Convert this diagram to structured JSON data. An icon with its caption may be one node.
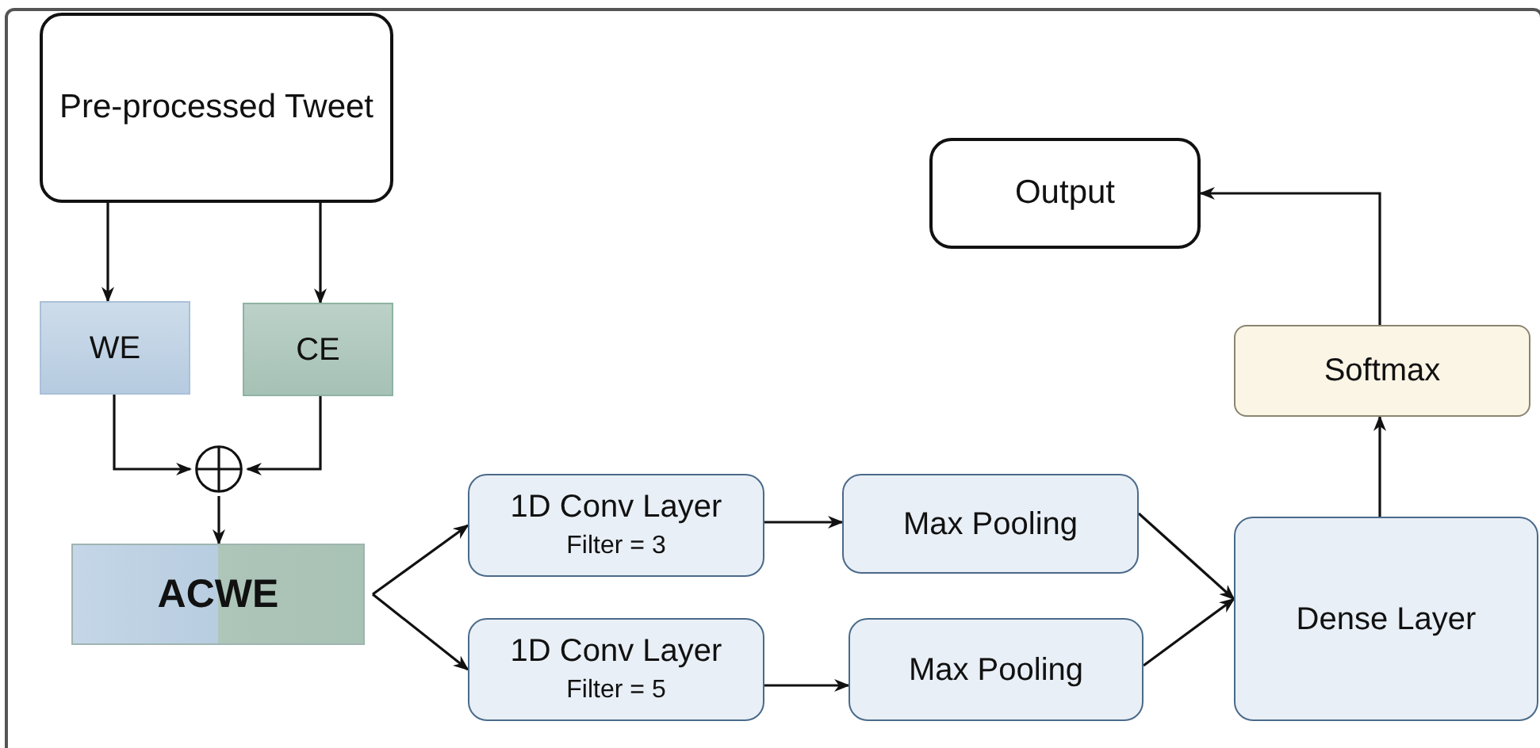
{
  "diagram": {
    "nodes": [
      {
        "text": [
          "Pre-processed Tweet"
        ]
      },
      {
        "text": [
          "WE"
        ]
      },
      {
        "text": [
          "CE"
        ]
      },
      {
        "text": [],
        "shape": "circle"
      },
      {
        "text": [
          "ACWE"
        ]
      },
      {
        "text": [
          "1D Conv Layer",
          "Filter = 3"
        ]
      },
      {
        "text": [
          "Max Pooling"
        ]
      },
      {
        "text": [
          "1D Conv Layer",
          "Filter = 5"
        ]
      },
      {
        "text": [
          "Max Pooling"
        ]
      },
      {
        "text": [
          "Dense Layer"
        ]
      },
      {
        "text": [
          "Softmax"
        ]
      },
      {
        "text": [
          "Output"
        ]
      }
    ],
    "edges": [
      {
        "from": 0,
        "to": 1,
        "arrow": "to"
      },
      {
        "from": 0,
        "to": 2,
        "arrow": "to"
      },
      {
        "from": 1,
        "to": 3,
        "arrow": "to"
      },
      {
        "from": 2,
        "to": 3,
        "arrow": "to"
      },
      {
        "from": 3,
        "to": 4,
        "arrow": "to"
      },
      {
        "from": 4,
        "to": 5,
        "arrow": "to"
      },
      {
        "from": 4,
        "to": 7,
        "arrow": "to"
      },
      {
        "from": 5,
        "to": 6,
        "arrow": "to"
      },
      {
        "from": 7,
        "to": 8,
        "arrow": "to"
      },
      {
        "from": 6,
        "to": 9,
        "arrow": "to"
      },
      {
        "from": 8,
        "to": 9,
        "arrow": "to"
      },
      {
        "from": 9,
        "to": 10,
        "arrow": "to"
      },
      {
        "from": 10,
        "to": 11,
        "arrow": "to"
      }
    ]
  }
}
